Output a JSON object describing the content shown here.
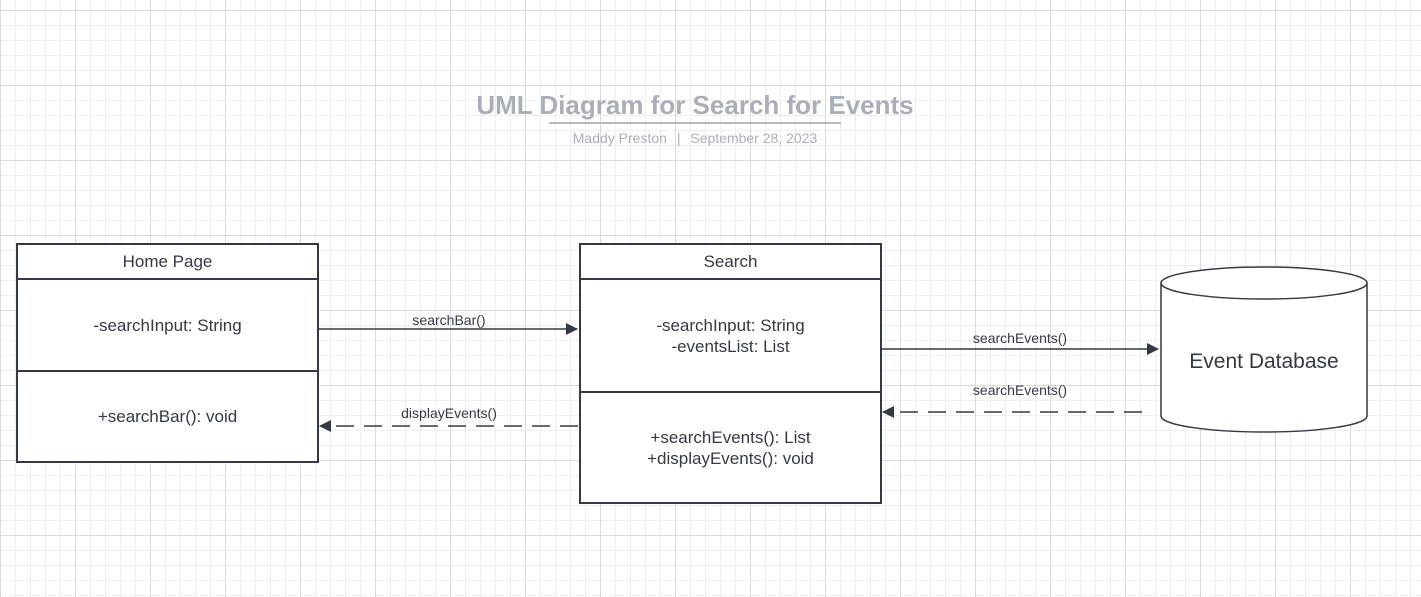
{
  "title": "UML Diagram for Search for Events",
  "author": "Maddy Preston",
  "separator": "|",
  "date": "September 28, 2023",
  "home_page": {
    "name": "Home Page",
    "attributes": [
      "-searchInput: String"
    ],
    "methods": [
      "+searchBar(): void"
    ]
  },
  "search": {
    "name": "Search",
    "attributes": [
      "-searchInput: String",
      "-eventsList: List"
    ],
    "methods": [
      "+searchEvents(): List",
      "+displayEvents(): void"
    ]
  },
  "database": {
    "name": "Event Database"
  },
  "arrows": {
    "search_bar": "searchBar()",
    "display_events": "displayEvents()",
    "search_events_request": "searchEvents()",
    "search_events_return": "searchEvents()"
  }
}
